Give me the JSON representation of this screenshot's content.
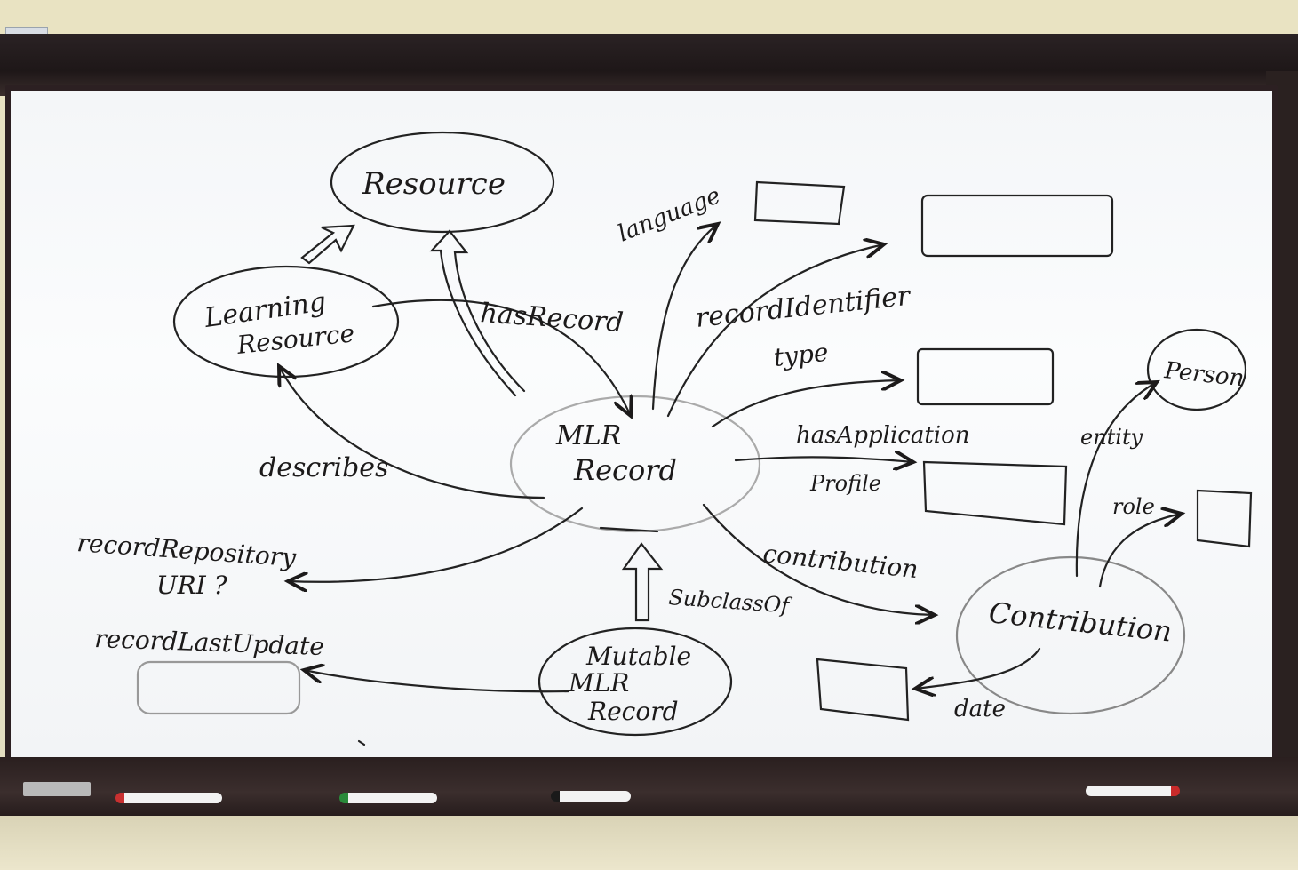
{
  "whiteboard": {
    "nodes": {
      "resource": "Resource",
      "learning_resource_line1": "Learning",
      "learning_resource_line2": "Resource",
      "mlr_record_line1": "MLR",
      "mlr_record_line2": "Record",
      "mutable_line1": "Mutable",
      "mutable_line2": "MLR",
      "mutable_line3": "Record",
      "contribution": "Contribution",
      "person": "Person"
    },
    "edges": {
      "has_record": "hasRecord",
      "language": "language",
      "record_identifier": "recordIdentifier",
      "type": "type",
      "has_application_profile_line1": "hasApplication",
      "has_application_profile_line2": "Profile",
      "describes": "describes",
      "record_repository_line1": "recordRepository",
      "record_repository_line2": "URI ?",
      "record_last_update": "recordLastUpdate",
      "contribution": "contribution",
      "subclass_of": "SubclassOf",
      "entity": "entity",
      "role": "role",
      "date": "date"
    }
  },
  "markers": [
    {
      "color": "#c83030"
    },
    {
      "color": "#2a8a3a"
    },
    {
      "color": "#1a1a1a"
    },
    {
      "color": "#c82a2a"
    }
  ]
}
